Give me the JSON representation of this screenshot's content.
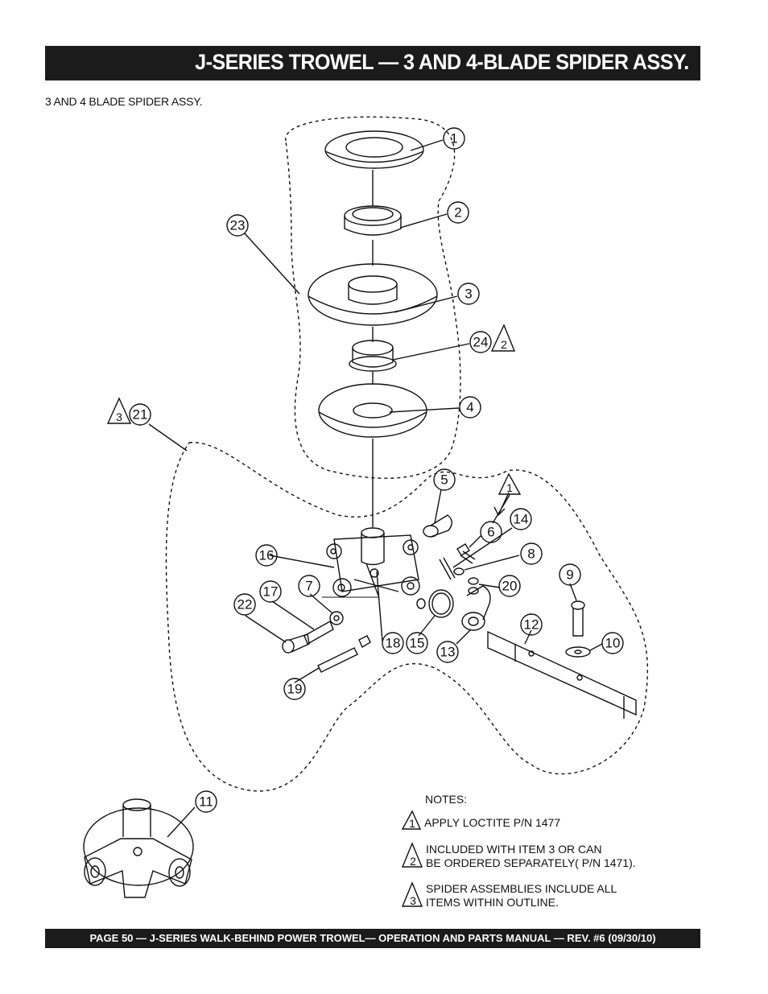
{
  "header": {
    "title": "J-SERIES TROWEL — 3 AND 4-BLADE SPIDER ASSY."
  },
  "subtitle": "3 AND 4 BLADE SPIDER  ASSY.",
  "callouts": {
    "c1": "1",
    "c2": "2",
    "c3": "3",
    "c4": "4",
    "c5": "5",
    "c6": "6",
    "c7": "7",
    "c8": "8",
    "c9": "9",
    "c10": "10",
    "c11": "11",
    "c12": "12",
    "c13": "13",
    "c14": "14",
    "c15": "15",
    "c16": "16",
    "c17": "17",
    "c18": "18",
    "c19": "19",
    "c20": "20",
    "c21": "21",
    "c22": "22",
    "c23": "23",
    "c24": "24"
  },
  "note_flags": {
    "f1": "1",
    "f2": "2",
    "f3": "3"
  },
  "notes": {
    "heading": "NOTES:",
    "n1": {
      "flag": "1",
      "line1": "APPLY LOCTITE  P/N 1477"
    },
    "n2": {
      "flag": "2",
      "line1": "INCLUDED WITH  ITEM 3 OR CAN",
      "line2": "BE ORDERED SEPARATELY( P/N 1471)."
    },
    "n3": {
      "flag": "3",
      "line1": "SPIDER ASSEMBLIES INCLUDE  ALL",
      "line2": "ITEMS WITHIN OUTLINE."
    }
  },
  "footer": {
    "text": "PAGE 50 — J-SERIES  WALK-BEHIND POWER TROWEL— OPERATION AND PARTS MANUAL — REV. #6 (09/30/10)"
  }
}
